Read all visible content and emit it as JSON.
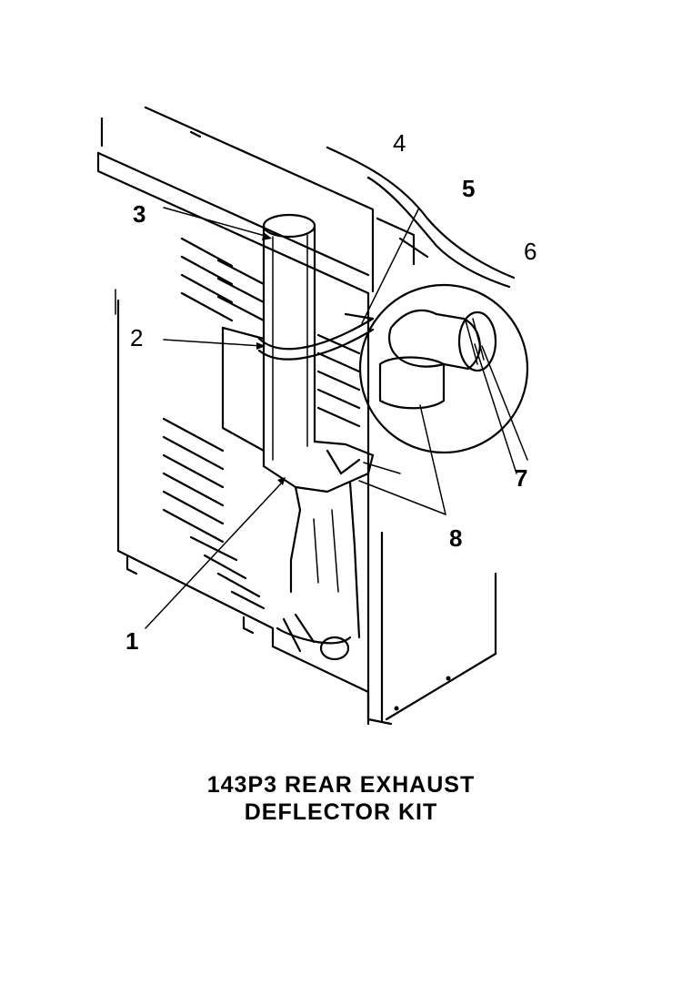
{
  "callouts": {
    "c1": "1",
    "c2": "2",
    "c3": "3",
    "c4": "4",
    "c5": "5",
    "c6": "6",
    "c7": "7",
    "c8": "8"
  },
  "caption": {
    "line1": "143P3 REAR EXHAUST",
    "line2": "DEFLECTOR KIT"
  }
}
